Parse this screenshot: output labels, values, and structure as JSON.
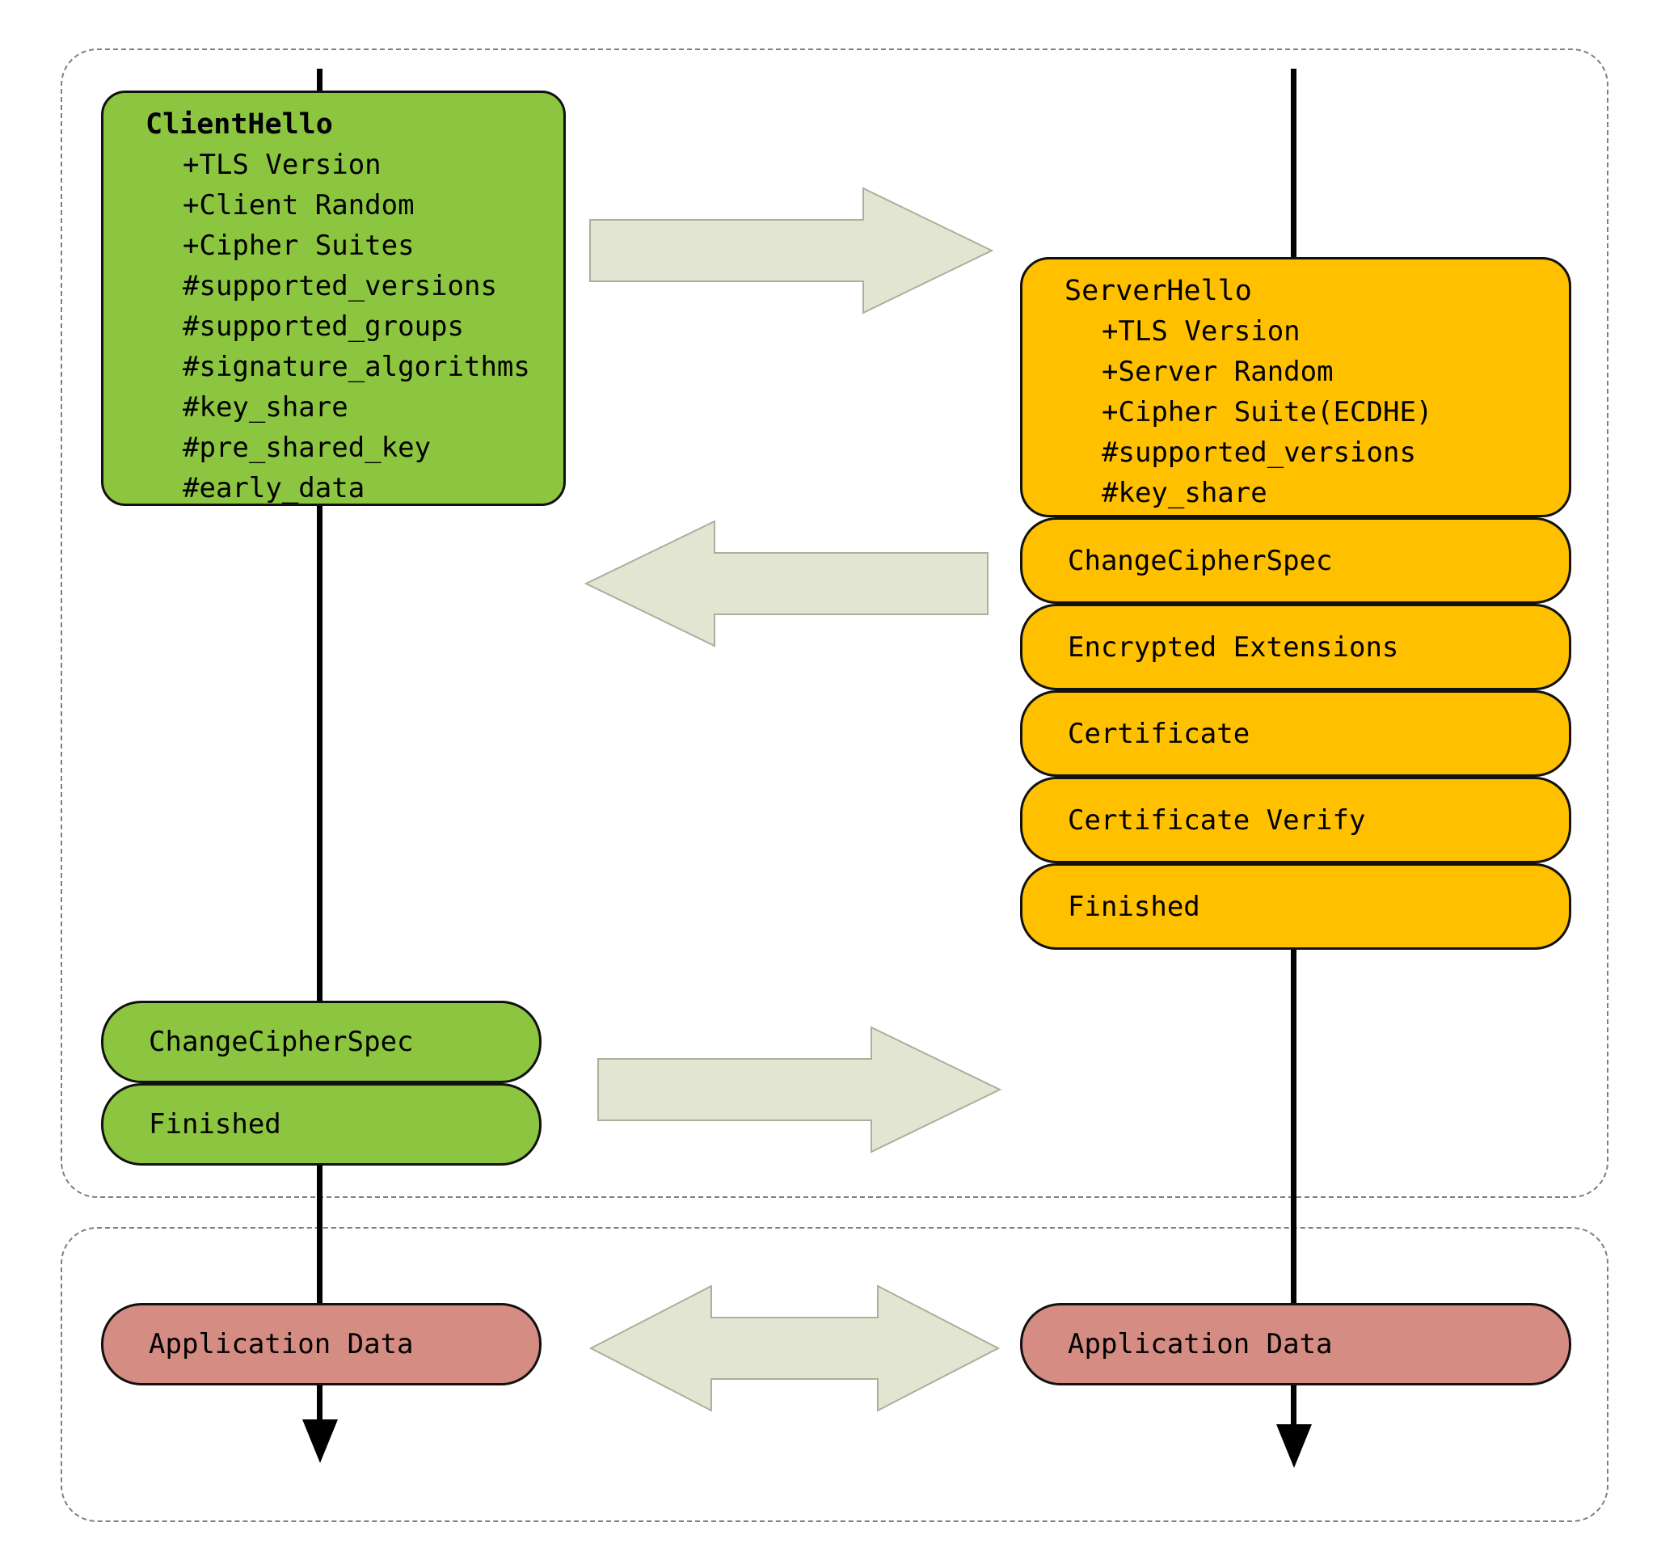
{
  "client": {
    "hello": {
      "title": "ClientHello",
      "items": [
        "+TLS Version",
        "+Client Random",
        "+Cipher Suites",
        "#supported_versions",
        "#supported_groups",
        "#signature_algorithms",
        "#key_share",
        "#pre_shared_key",
        "#early_data"
      ]
    },
    "messages": [
      "ChangeCipherSpec",
      "Finished"
    ],
    "app_data": "Application Data"
  },
  "server": {
    "hello": {
      "title": "ServerHello",
      "items": [
        "+TLS Version",
        "+Server Random",
        "+Cipher Suite(ECDHE)",
        "#supported_versions",
        "#key_share"
      ]
    },
    "messages": [
      "ChangeCipherSpec",
      "Encrypted Extensions",
      "Certificate",
      "Certificate Verify",
      "Finished"
    ],
    "app_data": "Application Data"
  },
  "colors": {
    "client_box": "#8CC540",
    "server_box": "#FFC000",
    "app_data_box": "#D58C82",
    "arrow_fill": "#E3E5D3",
    "lifeline": "#000000",
    "dashed_border": "#7f7f7f"
  }
}
